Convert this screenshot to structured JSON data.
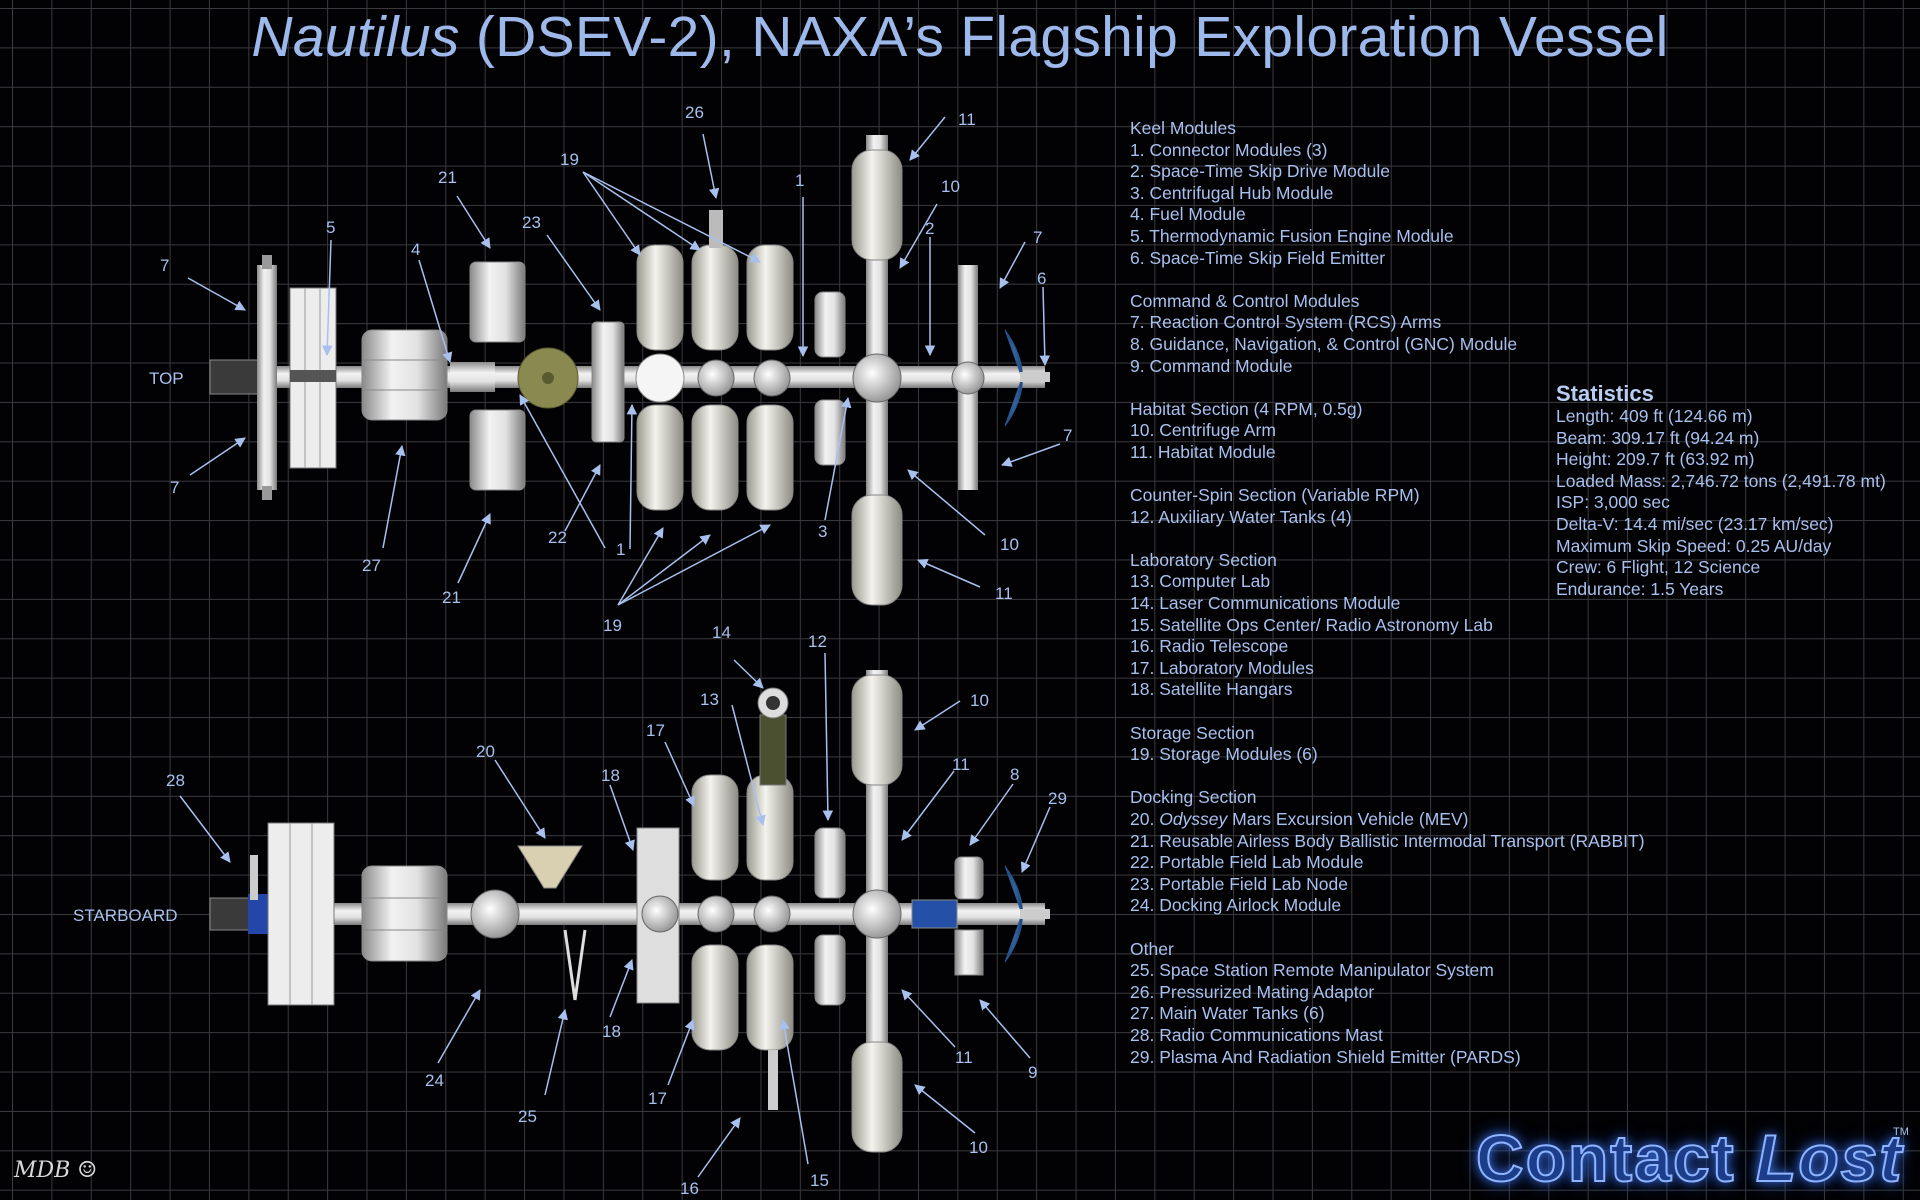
{
  "title": {
    "italic": "Nautilus",
    "rest": " (DSEV-2), NAXA’s Flagship Exploration Vessel"
  },
  "views": {
    "top": "TOP",
    "starboard": "STARBOARD"
  },
  "legend": [
    {
      "heading": "Keel Modules",
      "items": [
        "1. Connector Modules (3)",
        "2. Space-Time Skip Drive Module",
        "3. Centrifugal Hub Module",
        "4. Fuel Module",
        "5. Thermodynamic Fusion Engine Module",
        "6. Space-Time Skip Field Emitter"
      ]
    },
    {
      "heading": "Command & Control Modules",
      "items": [
        "7. Reaction Control System (RCS) Arms",
        "8. Guidance, Navigation, & Control (GNC) Module",
        "9. Command Module"
      ]
    },
    {
      "heading": "Habitat Section (4 RPM, 0.5g)",
      "items": [
        "10. Centrifuge Arm",
        "11. Habitat Module"
      ]
    },
    {
      "heading": "Counter-Spin Section (Variable RPM)",
      "items": [
        "12. Auxiliary Water Tanks (4)"
      ]
    },
    {
      "heading": "Laboratory Section",
      "items": [
        "13. Computer Lab",
        "14. Laser Communications Module",
        "15. Satellite Ops Center/ Radio Astronomy Lab",
        "16. Radio Telescope",
        "17. Laboratory Modules",
        "18. Satellite Hangars"
      ]
    },
    {
      "heading": "Storage Section",
      "items": [
        "19. Storage Modules (6)"
      ]
    },
    {
      "heading": "Docking Section",
      "items": [
        "20. Odyssey Mars Excursion Vehicle (MEV)",
        "21. Reusable Airless Body Ballistic Intermodal Transport (RABBIT)",
        "22. Portable Field Lab Module",
        "23. Portable Field Lab Node",
        "24. Docking Airlock Module"
      ]
    },
    {
      "heading": "Other",
      "items": [
        "25. Space Station Remote Manipulator System",
        "26. Pressurized Mating Adaptor",
        "27. Main Water Tanks (6)",
        "28. Radio Communications Mast",
        "29. Plasma And Radiation Shield Emitter (PARDS)"
      ]
    }
  ],
  "statistics": {
    "heading": "Statistics",
    "lines": [
      "Length: 409 ft (124.66 m)",
      "Beam: 309.17 ft (94.24 m)",
      "Height: 209.7 ft (63.92 m)",
      "Loaded Mass: 2,746.72 tons (2,491.78 mt)",
      "ISP: 3,000 sec",
      "Delta-V: 14.4 mi/sec (23.17 km/sec)",
      "Maximum Skip Speed: 0.25 AU/day",
      "Crew: 6 Flight, 12 Science",
      "Endurance: 1.5 Years"
    ]
  },
  "callouts_top": [
    "7",
    "5",
    "21",
    "4",
    "23",
    "19",
    "26",
    "1",
    "11",
    "10",
    "2",
    "7",
    "6",
    "7",
    "27",
    "21",
    "22",
    "1",
    "19",
    "3",
    "10",
    "11"
  ],
  "callouts_starboard": [
    "28",
    "20",
    "18",
    "17",
    "13",
    "14",
    "12",
    "10",
    "11",
    "8",
    "29",
    "24",
    "25",
    "18",
    "17",
    "16",
    "15",
    "11",
    "9",
    "10"
  ],
  "logo": {
    "part1": "Contact ",
    "part2": "Lost",
    "tm": "TM"
  },
  "signature": "MDB ☺",
  "colors": {
    "background": "#020204",
    "grid": "#3a3a3f",
    "text": "#a8c0ee",
    "title": "#9db8ea",
    "logo_glow": "#3b6fe0"
  }
}
